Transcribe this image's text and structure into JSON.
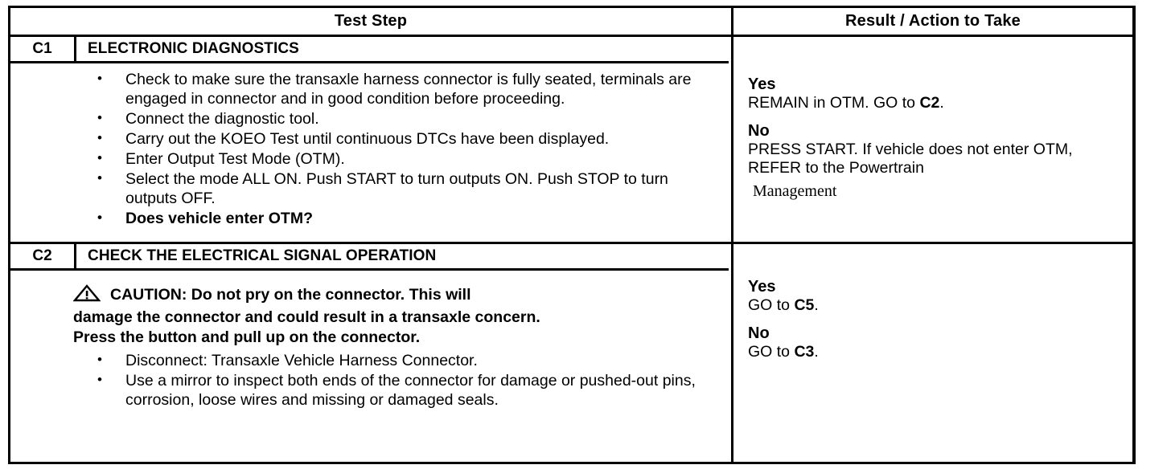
{
  "table": {
    "headers": {
      "test_step": "Test Step",
      "result_action": "Result / Action to Take"
    },
    "steps": [
      {
        "id": "C1",
        "title": "ELECTRONIC DIAGNOSTICS",
        "bullets": [
          {
            "text": "Check to make sure the transaxle harness connector is fully seated, terminals are engaged in connector and in good condition before proceeding.",
            "bold": false
          },
          {
            "text": "Connect the diagnostic tool.",
            "bold": false
          },
          {
            "text": "Carry out the KOEO Test until continuous DTCs have been displayed.",
            "bold": false
          },
          {
            "text": "Enter Output Test Mode (OTM).",
            "bold": false
          },
          {
            "text": "Select the mode ALL ON. Push START to turn outputs ON. Push STOP to turn outputs OFF.",
            "bold": false
          },
          {
            "text": "Does vehicle enter OTM?",
            "bold": true
          }
        ],
        "caution": null,
        "results": {
          "yes_label": "Yes",
          "yes_text_pre": "REMAIN in OTM. GO to ",
          "yes_code": "C2",
          "yes_text_post": ".",
          "no_label": "No",
          "no_text_pre": "PRESS START. If vehicle does not enter OTM, REFER to the Powertrain",
          "no_code": "",
          "no_text_post": "",
          "serif_note": "Management"
        }
      },
      {
        "id": "C2",
        "title": "CHECK THE ELECTRICAL SIGNAL OPERATION",
        "caution": {
          "icon": "warning-triangle-icon",
          "line1": "CAUTION: Do not pry on the connector. This will",
          "line2": "damage the connector and could result in a transaxle concern.",
          "line3": "Press the button and pull up on the connector."
        },
        "bullets": [
          {
            "text": "Disconnect: Transaxle Vehicle Harness Connector.",
            "bold": false
          },
          {
            "text": "Use a mirror to inspect both ends of the connector for damage or pushed-out pins, corrosion, loose wires and missing or damaged seals.",
            "bold": false
          }
        ],
        "results": {
          "yes_label": "Yes",
          "yes_text_pre": "GO to ",
          "yes_code": "C5",
          "yes_text_post": ".",
          "no_label": "No",
          "no_text_pre": "GO to ",
          "no_code": "C3",
          "no_text_post": ".",
          "serif_note": ""
        }
      }
    ]
  },
  "colors": {
    "border": "#000000",
    "text": "#000000",
    "background": "#ffffff"
  }
}
